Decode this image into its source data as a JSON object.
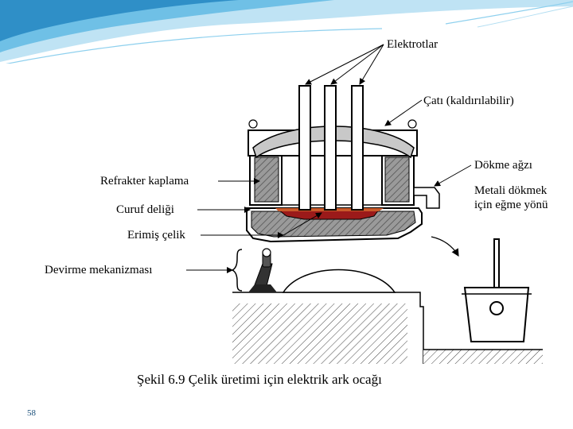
{
  "labels": {
    "electrodes": "Elektrotlar",
    "roof": "Çatı (kaldırılabilir)",
    "pour_spout": "Dökme ağzı",
    "refractory": "Refrakter kaplama",
    "tilt_direction_1": "Metali dökmek",
    "tilt_direction_2": "için eğme yönü",
    "slag_hole": "Curuf deliği",
    "molten_steel": "Erimiş çelik",
    "tilting_mechanism": "Devirme mekanizması"
  },
  "caption": "Şekil 6.9  Çelik üretimi için elektrik ark ocağı",
  "page_number": "58",
  "colors": {
    "wave_dark": "#2f8fc7",
    "wave_light": "#bfe3f4",
    "molten_steel": "#9b1a1a",
    "refractory_fill": "#8a8a8a",
    "roof_fill": "#c8c8c8"
  }
}
